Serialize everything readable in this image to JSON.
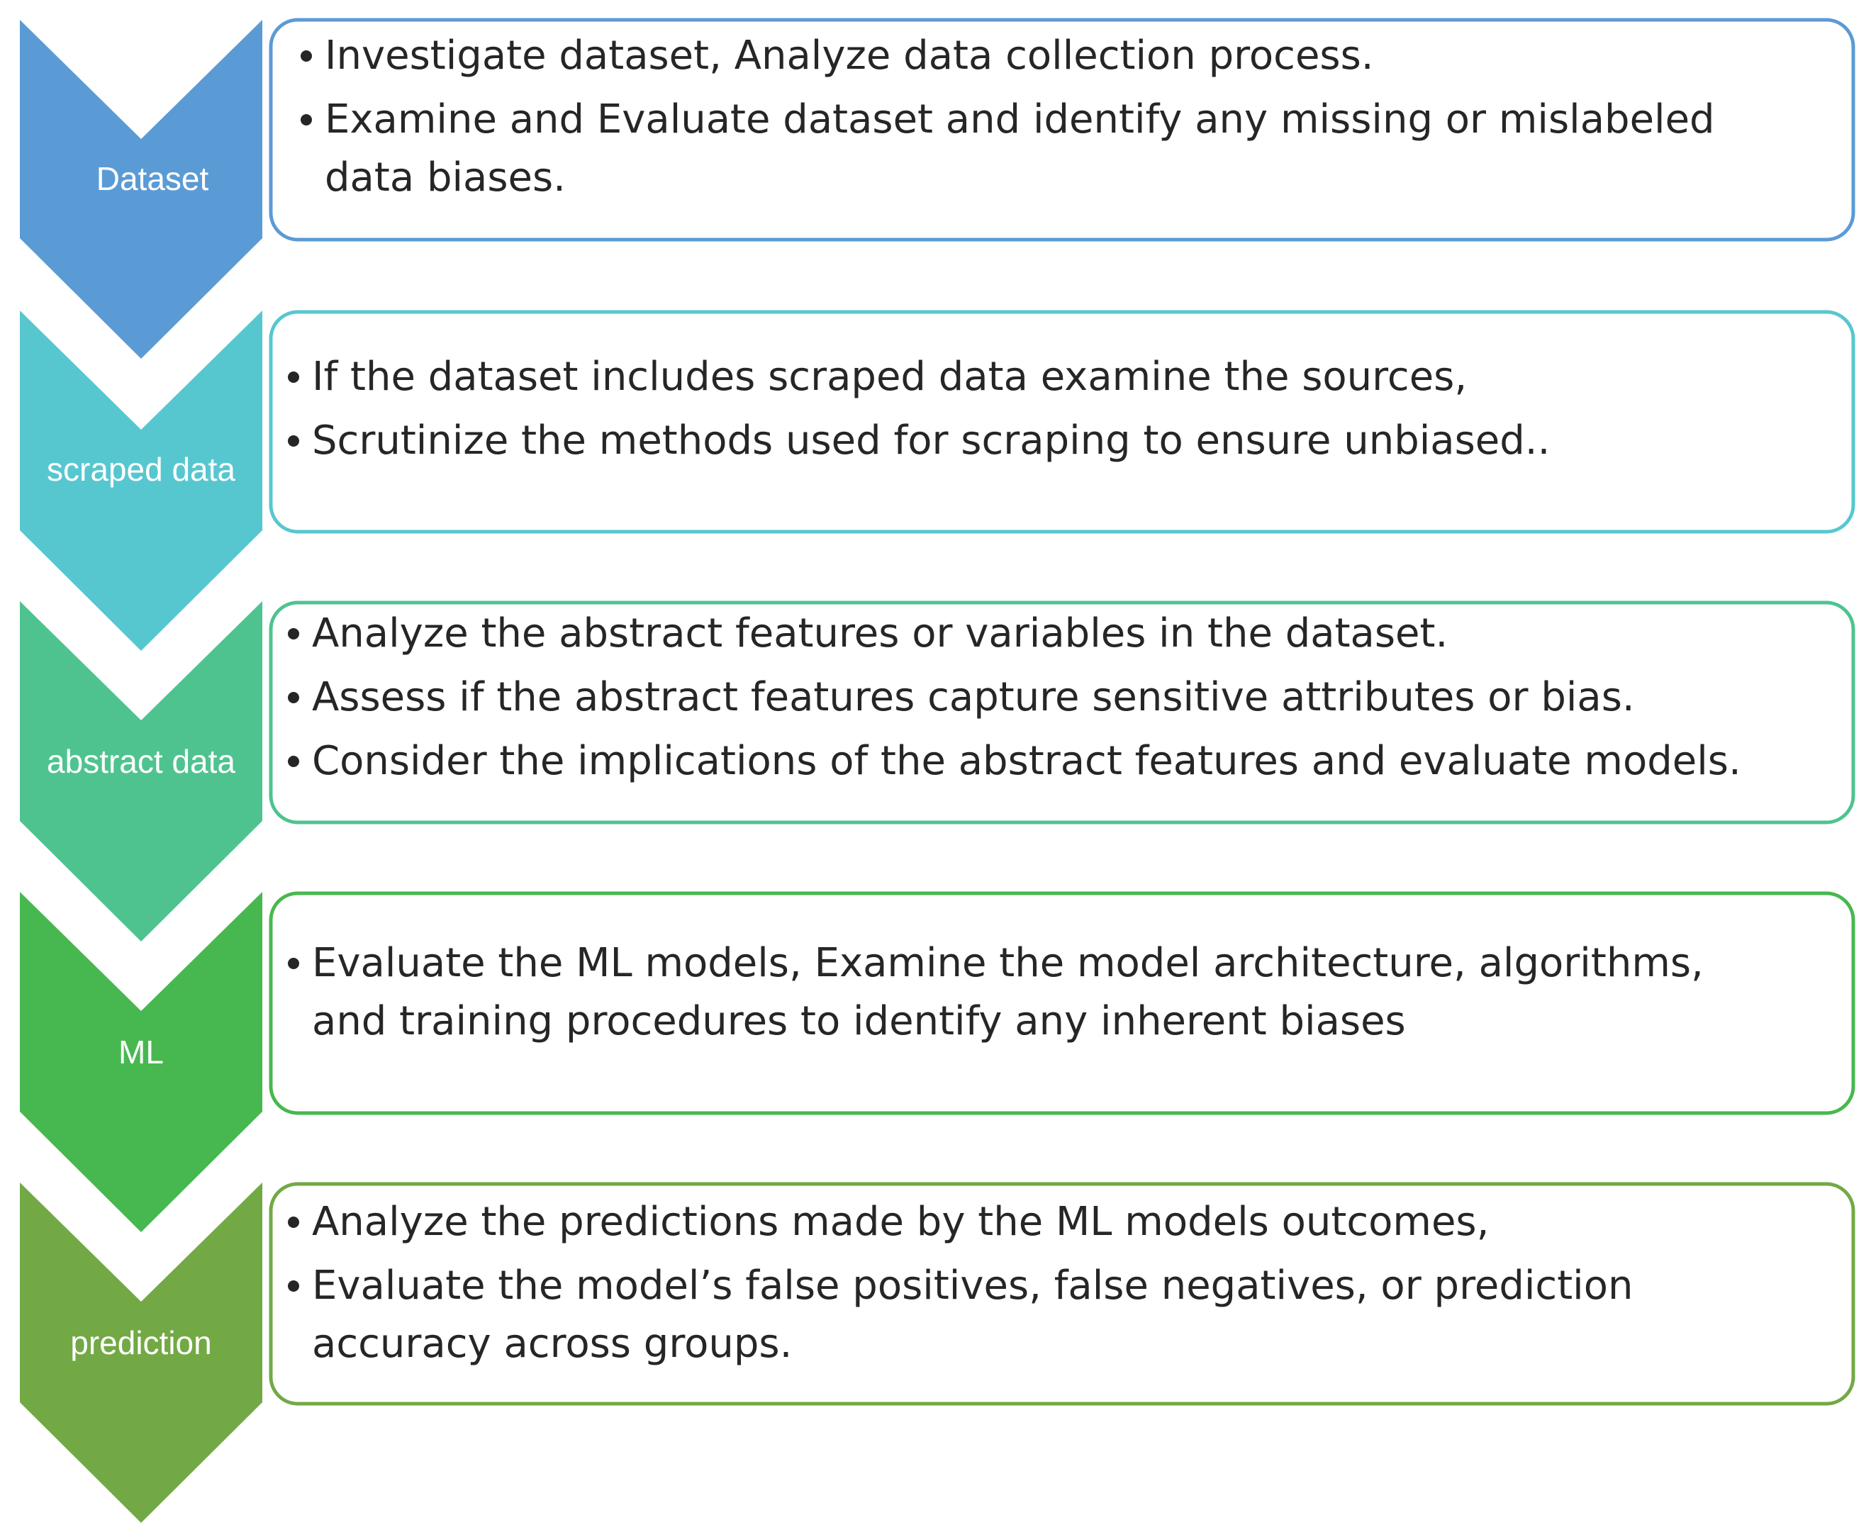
{
  "stages": [
    {
      "label": "Dataset",
      "color": "#5b9bd5",
      "bullets": [
        [
          "Investigate dataset, Analyze data collection process."
        ],
        [
          "Examine and Evaluate dataset and identify any missing or mislabeled",
          "data biases."
        ]
      ]
    },
    {
      "label": "scraped data",
      "color": "#57c7cf",
      "bullets": [
        [
          "If the dataset includes scraped data examine the sources,"
        ],
        [
          "Scrutinize the methods used for scraping to ensure unbiased.."
        ]
      ]
    },
    {
      "label": "abstract data",
      "color": "#4fc38f",
      "bullets": [
        [
          "Analyze the abstract features or variables in the dataset."
        ],
        [
          "Assess if the abstract features capture sensitive attributes or bias."
        ],
        [
          "Consider the implications of the abstract features and evaluate models."
        ]
      ]
    },
    {
      "label": "ML",
      "color": "#47b84f",
      "bullets": [
        [
          "Evaluate the ML models, Examine the model architecture, algorithms,",
          "and training procedures to identify any inherent biases"
        ]
      ]
    },
    {
      "label": "prediction",
      "color": "#72a945",
      "bullets": [
        [
          "Analyze the predictions made by the ML models outcomes,"
        ],
        [
          "Evaluate the model’s false positives, false negatives, or prediction",
          "accuracy across groups."
        ]
      ]
    }
  ]
}
